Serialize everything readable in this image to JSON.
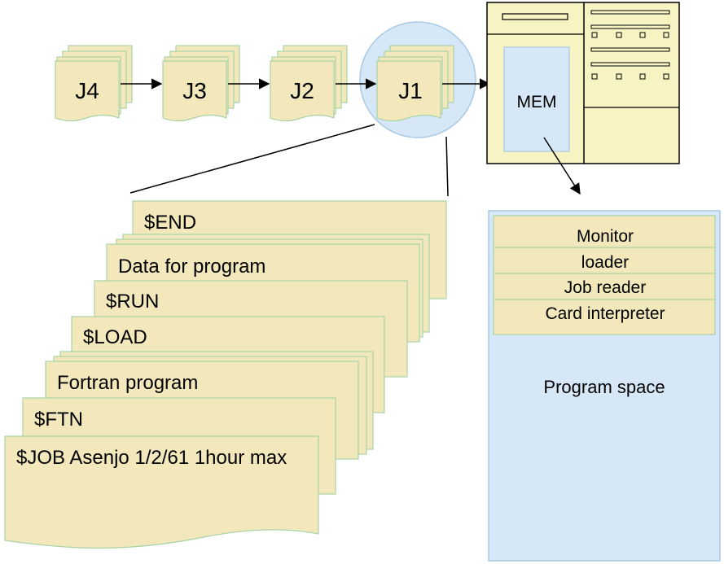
{
  "jobs": [
    "J4",
    "J3",
    "J2",
    "J1"
  ],
  "computer": {
    "mem_label": "MEM"
  },
  "cards": {
    "end": "$END",
    "data": "Data for program",
    "run": "$RUN",
    "load": "$LOAD",
    "fortran": "Fortran program",
    "ftn": "$FTN",
    "job": "$JOB Asenjo 1/2/61 1hour max"
  },
  "memory_layout": {
    "os_rows": [
      "Monitor",
      "loader",
      "Job reader",
      "Card interpreter"
    ],
    "program_space": "Program space"
  },
  "colors": {
    "card_fill": "#f2e8bb",
    "card_stroke": "#a9d3a6",
    "highlight_fill": "#d6e8f8",
    "memory_fill": "#d6e8f8",
    "computer_fill": "#f8f3c2"
  }
}
